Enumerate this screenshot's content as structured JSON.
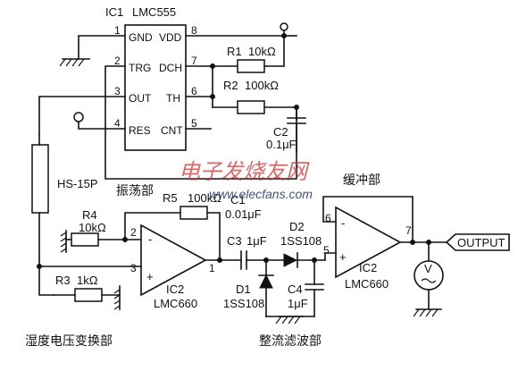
{
  "ic1": {
    "designator": "IC1",
    "part": "LMC555",
    "pins": {
      "p1": "1",
      "p2": "2",
      "p3": "3",
      "p4": "4",
      "p5": "5",
      "p6": "6",
      "p7": "7",
      "p8": "8"
    },
    "pin_names": {
      "gnd": "GND",
      "trg": "TRG",
      "out": "OUT",
      "res": "RES",
      "vdd": "VDD",
      "dch": "DCH",
      "th": "TH",
      "cnt": "CNT"
    }
  },
  "ic2": {
    "amp1": {
      "designator": "IC2",
      "part": "LMC660",
      "pin_inv": "2",
      "pin_noninv": "3",
      "pin_out": "1",
      "sign_minus": "-",
      "sign_plus": "+"
    },
    "amp2": {
      "designator": "IC2",
      "part": "LMC660",
      "pin_inv": "6",
      "pin_noninv": "5",
      "pin_out": "7",
      "sign_minus": "-",
      "sign_plus": "+"
    }
  },
  "components": {
    "r1": {
      "ref": "R1",
      "value": "10kΩ"
    },
    "r2": {
      "ref": "R2",
      "value": "100kΩ"
    },
    "c2": {
      "ref": "C2",
      "value": "0.1μF"
    },
    "sensor": {
      "ref": "HS-15P"
    },
    "r4": {
      "ref": "R4",
      "value": "10kΩ"
    },
    "r5": {
      "ref": "R5",
      "value": "100kΩ"
    },
    "c1": {
      "ref": "C1",
      "value": "0.01μF"
    },
    "c3": {
      "ref": "C3",
      "value": "1μF"
    },
    "d2": {
      "ref": "D2",
      "value": "1SS108"
    },
    "d1": {
      "ref": "D1",
      "value": "1SS108"
    },
    "c4": {
      "ref": "C4",
      "value": "1μF"
    },
    "r3": {
      "ref": "R3",
      "value": "1kΩ"
    },
    "meter": {
      "symbol": "V"
    }
  },
  "output_label": "OUTPUT",
  "sections": {
    "oscillator": "振荡部",
    "buffer": "缓冲部",
    "humidity_voltage": "湿度电压变换部",
    "rectifier_filter": "整流滤波部"
  },
  "watermark": {
    "text": "电子发烧友网",
    "url": "www.elecfans.com"
  }
}
